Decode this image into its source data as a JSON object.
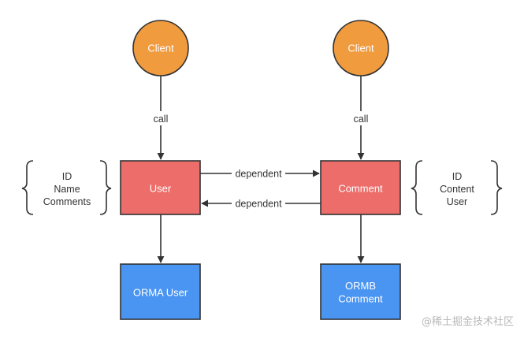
{
  "colors": {
    "client_fill": "#F19B3F",
    "service_fill": "#EC6D6A",
    "orm_fill": "#4A94F2",
    "stroke": "#333333",
    "text_on_node": "#FFFFFF",
    "watermark": "#B8B8B8"
  },
  "left": {
    "client": "Client",
    "call_label": "call",
    "service": "User",
    "orm_line1": "ORMA User",
    "fields": [
      "ID",
      "Name",
      "Comments"
    ]
  },
  "right": {
    "client": "Client",
    "call_label": "call",
    "service": "Comment",
    "orm_line1": "ORMB",
    "orm_line2": "Comment",
    "fields": [
      "ID",
      "Content",
      "User"
    ]
  },
  "links": {
    "forward_label": "dependent",
    "backward_label": "dependent"
  },
  "watermark": "@稀土掘金技术社区"
}
